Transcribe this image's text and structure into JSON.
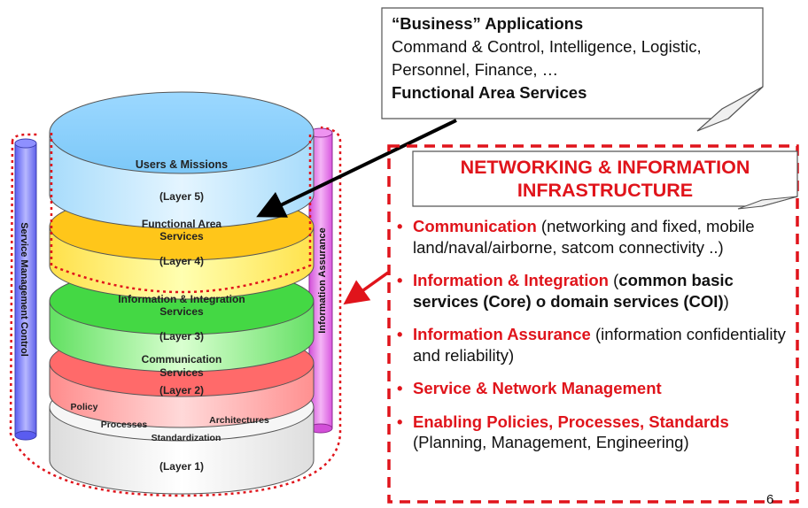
{
  "stack": {
    "layer5_title": "Users & Missions",
    "layer5_label": "(Layer 5)",
    "layer4_title_line1": "Functional Area",
    "layer4_title_line2": "Services",
    "layer4_label": "(Layer 4)",
    "layer3_title_line1": "Information & Integration",
    "layer3_title_line2": "Services",
    "layer3_label": "(Layer 3)",
    "layer2_title_line1": "Communication",
    "layer2_title_line2": "Services",
    "layer2_label": "(Layer 2)",
    "layer1_policy": "Policy",
    "layer1_processes": "Processes",
    "layer1_architectures": "Architectures",
    "layer1_standardization": "Standardization",
    "layer1_label": "(Layer 1)",
    "left_pillar": "Service Management Control",
    "right_pillar": "Information Assurance"
  },
  "callout": {
    "title": "“Business” Applications",
    "line1": "Command & Control, Intelligence, Logistic,",
    "line2": "Personnel, Finance, …",
    "line3": "Functional Area Services"
  },
  "infrastructure": {
    "banner_line1": "NETWORKING & INFORMATION",
    "banner_line2": "INFRASTRUCTURE",
    "items": [
      {
        "head": "Communication",
        "rest": " (networking and fixed, mobile land/naval/airborne, satcom connectivity ..)"
      },
      {
        "head": "Information & Integration",
        "mid": " (",
        "bold": "common basic services (Core) o domain services (COI)",
        "tail": ")"
      },
      {
        "head": "Information Assurance",
        "rest": " (information confidentiality and reliability)"
      },
      {
        "head": "Service & Network Management"
      },
      {
        "head": "Enabling Policies, Processes, Standards",
        "rest": " (Planning, Management, Engineering)"
      }
    ]
  },
  "page_number": "6",
  "colors": {
    "accent_red": "#e0141b",
    "layer5": "#9fd9fa",
    "layer4": "#ffd21a",
    "layer3": "#4fdc4f",
    "layer2": "#ff6f6f",
    "layer1": "#f2f2f2",
    "left_pillar": "#7a7cf5",
    "right_pillar": "#e26ee6"
  }
}
